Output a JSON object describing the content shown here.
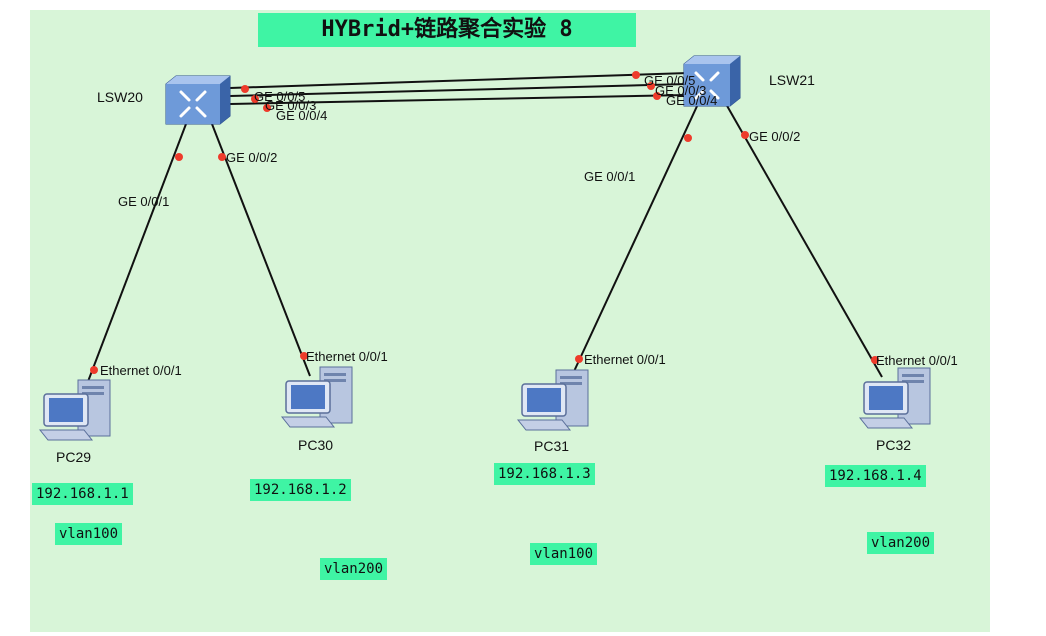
{
  "title": "HYBrid+链路聚合实验 8",
  "colors": {
    "canvas": "#d8f5d8",
    "highlight": "#3ff4a4",
    "link": "#111111",
    "port_dot": "#ee3b2b",
    "switch_face": "#5f8fd6",
    "pc_body": "#c9d3e6"
  },
  "switches": [
    {
      "id": "sw-left",
      "name": "LSW20",
      "icon": "switch-icon"
    },
    {
      "id": "sw-right",
      "name": "LSW21",
      "icon": "switch-icon"
    }
  ],
  "pcs": [
    {
      "name": "PC29",
      "ip": "192.168.1.1",
      "vlan": "vlan100",
      "icon": "pc-icon"
    },
    {
      "name": "PC30",
      "ip": "192.168.1.2",
      "vlan": "vlan200",
      "icon": "pc-icon"
    },
    {
      "name": "PC31",
      "ip": "192.168.1.3",
      "vlan": "vlan100",
      "icon": "pc-icon"
    },
    {
      "name": "PC32",
      "ip": "192.168.1.4",
      "vlan": "vlan200",
      "icon": "pc-icon"
    }
  ],
  "ports": {
    "lsw20_trunk_a": "GE 0/0/5",
    "lsw20_trunk_b": "GE 0/0/3",
    "lsw20_trunk_c": "GE 0/0/4",
    "lsw21_trunk_a": "GE 0/0/5",
    "lsw21_trunk_b": "GE 0/0/3",
    "lsw21_trunk_c": "GE 0/0/4",
    "lsw20_access_1": "GE 0/0/1",
    "lsw20_access_2": "GE 0/0/2",
    "lsw21_access_1": "GE 0/0/1",
    "lsw21_access_2": "GE 0/0/2",
    "pc29_eth": "Ethernet 0/0/1",
    "pc30_eth": "Ethernet 0/0/1",
    "pc31_eth": "Ethernet 0/0/1",
    "pc32_eth": "Ethernet 0/0/1"
  }
}
